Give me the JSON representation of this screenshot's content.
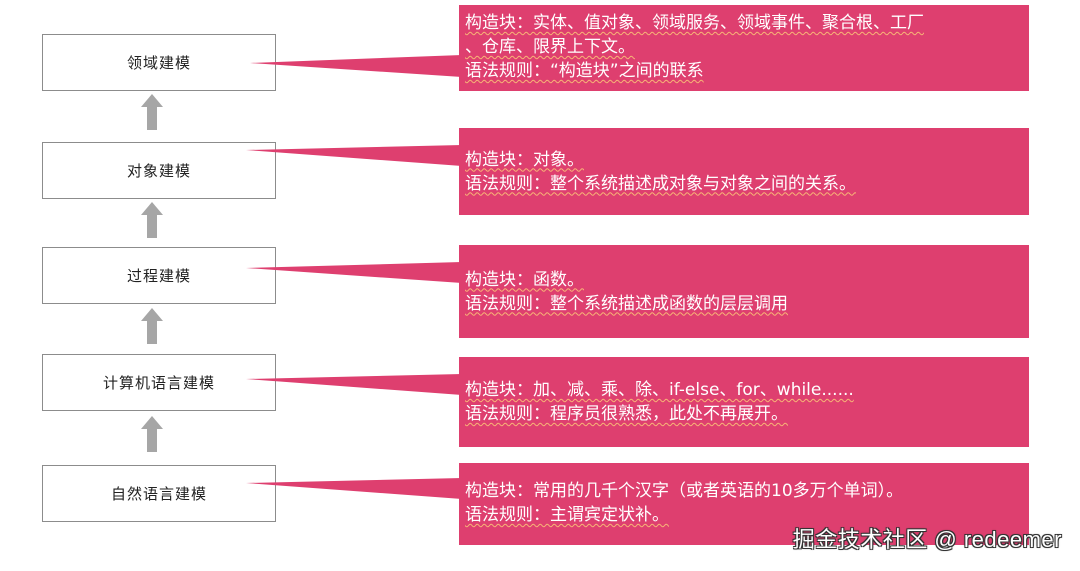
{
  "diagram": {
    "colors": {
      "callout_bg": "#DE3F6F",
      "callout_text": "#FFFFFF",
      "box_border": "#8C8C8C",
      "arrow": "#A6A6A6"
    },
    "levels": [
      {
        "label": "领域建模",
        "callout": {
          "building_blocks": "构造块：实体、值对象、领域服务、领域事件、聚合根、工厂",
          "building_blocks_cont": "、仓库、限界上下文。",
          "grammar_rules": "语法规则：“构造块”之间的联系"
        }
      },
      {
        "label": "对象建模",
        "callout": {
          "building_blocks": "构造块：对象。",
          "grammar_rules": "语法规则：整个系统描述成对象与对象之间的关系。"
        }
      },
      {
        "label": "过程建模",
        "callout": {
          "building_blocks": "构造块：函数。",
          "grammar_rules": "语法规则：整个系统描述成函数的层层调用"
        }
      },
      {
        "label": "计算机语言建模",
        "callout": {
          "building_blocks": "构造块：加、减、乘、除、if-else、for、while......",
          "grammar_rules": "语法规则：程序员很熟悉，此处不再展开。"
        }
      },
      {
        "label": "自然语言建模",
        "callout": {
          "building_blocks": "构造块：常用的几千个汉字（或者英语的10多万个单词）。",
          "grammar_rules": "语法规则：主谓宾定状补。"
        }
      }
    ],
    "arrows": [
      {
        "from": "自然语言建模",
        "to": "计算机语言建模",
        "icon": "arrow-up-icon"
      },
      {
        "from": "计算机语言建模",
        "to": "过程建模",
        "icon": "arrow-up-icon"
      },
      {
        "from": "过程建模",
        "to": "对象建模",
        "icon": "arrow-up-icon"
      },
      {
        "from": "对象建模",
        "to": "领域建模",
        "icon": "arrow-up-icon"
      }
    ]
  },
  "watermark": "掘金技术社区 @ redeemer"
}
